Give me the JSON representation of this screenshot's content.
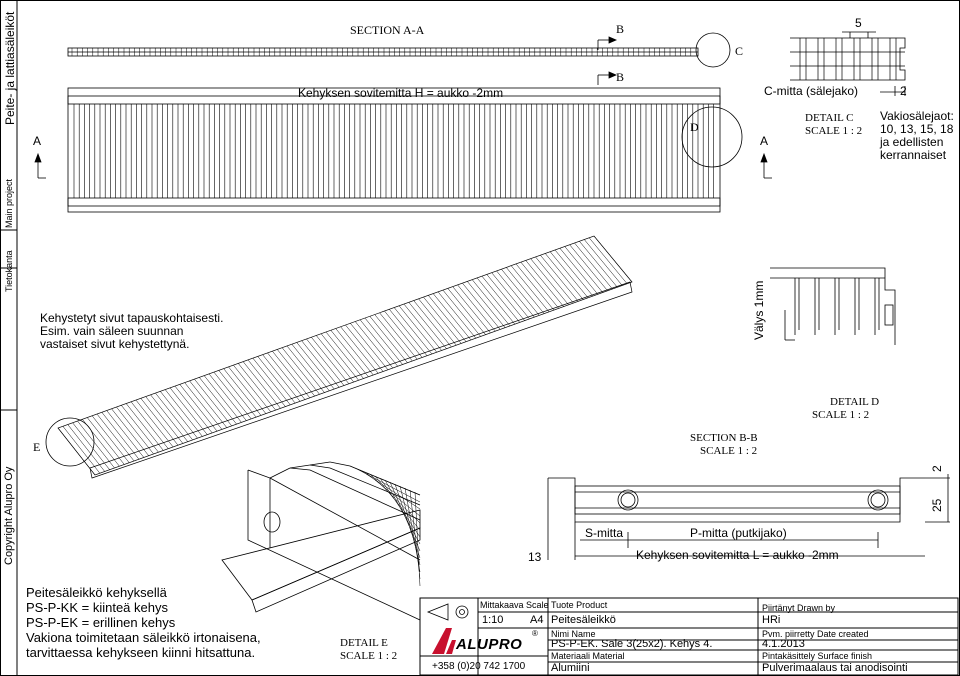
{
  "side_strip": {
    "company_section": "Tietokanta",
    "project_label": "Main project",
    "project_name": "Peite- ja lattiasäleiköt",
    "copyright": "Copyright Alupro Oy"
  },
  "views": {
    "section_aa": "SECTION A-A",
    "frame_height_note": "Kehyksen sovitemitta H = aukko -2mm",
    "marker_a": "A",
    "marker_b": "B",
    "marker_c": "C",
    "marker_d": "D",
    "marker_e": "E",
    "c_measure": "C-mitta (sälejako)",
    "dim_5": "5",
    "dim_2_top": "2",
    "detail_c": "DETAIL C",
    "detail_c_scale": "SCALE 1 : 2",
    "spacing_note": [
      "Vakiosälejaot:",
      "10, 13, 15, 18",
      "ja edellisten",
      "kerrannaiset"
    ],
    "frame_note": [
      "Kehystetyt sivut tapauskohtaisesti.",
      "Esim. vain säleen suunnan",
      "vastaiset sivut kehystettynä."
    ],
    "clearance": "Välys 1mm",
    "detail_d": "DETAIL D",
    "detail_d_scale": "SCALE 1 : 2",
    "section_bb": "SECTION B-B",
    "section_bb_scale": "SCALE 1 : 2",
    "dim_2_side": "2",
    "dim_25": "25",
    "dim_13": "13",
    "s_measure": "S-mitta",
    "p_measure": "P-mitta (putkijako)",
    "frame_length_note": "Kehyksen sovitemitta L = aukko -2mm",
    "detail_e": "DETAIL E",
    "detail_e_scale": "SCALE 1 : 2"
  },
  "notes": [
    "Peitesäleikkö kehyksellä",
    "PS-P-KK = kiinteä kehys",
    "PS-P-EK = erillinen kehys",
    "Vakiona toimitetaan säleikkö irtonaisena,",
    "tarvittaessa kehykseen kiinni hitsattuna."
  ],
  "title_block": {
    "phone": "+358 (0)20 742 1700",
    "logo": "ALUPRO",
    "scale_label": "Mittakaava Scale",
    "scale_value": "1:10",
    "paper_size": "A4",
    "product_label": "Tuote   Product",
    "product_value": "Peitesäleikkö",
    "name_label": "Nimi   Name",
    "name_value": "PS-P-EK. Säle 3(25x2). Kehys 4.",
    "material_label": "Materiaali   Material",
    "material_value": "Alumiini",
    "drawn_label": "Piirtänyt   Drawn by",
    "drawn_value": "HRi",
    "date_label": "Pvm. piirretty   Date created",
    "date_value": "4.1.2013",
    "finish_label": "Pintakäsittely   Surface finish",
    "finish_value": "Pulverimaalaus tai anodisointi"
  }
}
